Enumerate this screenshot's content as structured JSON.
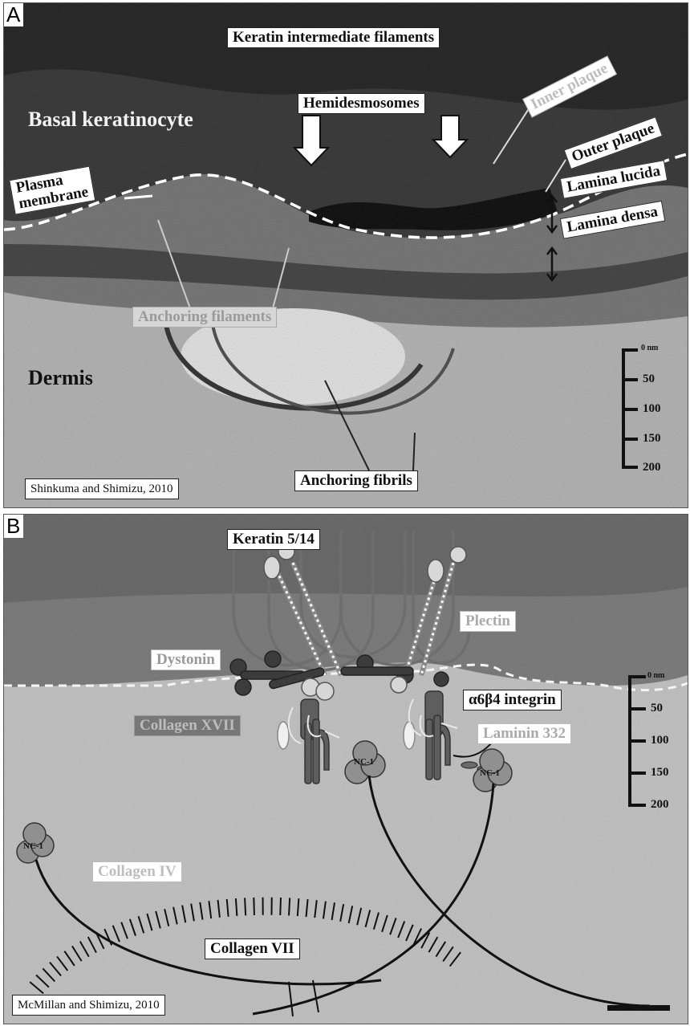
{
  "panel_a": {
    "label": "A",
    "labels": {
      "keratin_filaments": "Keratin intermediate filaments",
      "hemidesmosomes": "Hemidesmosomes",
      "basal_keratinocyte": "Basal keratinocyte",
      "inner_plaque": "Inner plaque",
      "outer_plaque": "Outer plaque",
      "plasma_membrane_1": "Plasma",
      "plasma_membrane_2": "membrane",
      "lamina_lucida": "Lamina lucida",
      "lamina_densa": "Lamina densa",
      "anchoring_filaments": "Anchoring filaments",
      "dermis": "Dermis",
      "anchoring_fibrils": "Anchoring fibrils",
      "citation": "Shinkuma and Shimizu, 2010"
    },
    "scale": {
      "unit": "nm",
      "ticks": [
        "0",
        "50",
        "100",
        "150",
        "200"
      ]
    }
  },
  "panel_b": {
    "label": "B",
    "labels": {
      "keratin": "Keratin 5/14",
      "plectin": "Plectin",
      "dystonin": "Dystonin",
      "integrin": "α6β4 integrin",
      "collagen_xvii": "Collagen XVII",
      "laminin": "Laminin 332",
      "nc1": "NC-1",
      "collagen_iv": "Collagen IV",
      "collagen_vii": "Collagen VII",
      "citation": "McMillan and Shimizu, 2010"
    },
    "scale": {
      "unit": "nm",
      "ticks": [
        "0",
        "50",
        "100",
        "150",
        "200"
      ]
    }
  }
}
